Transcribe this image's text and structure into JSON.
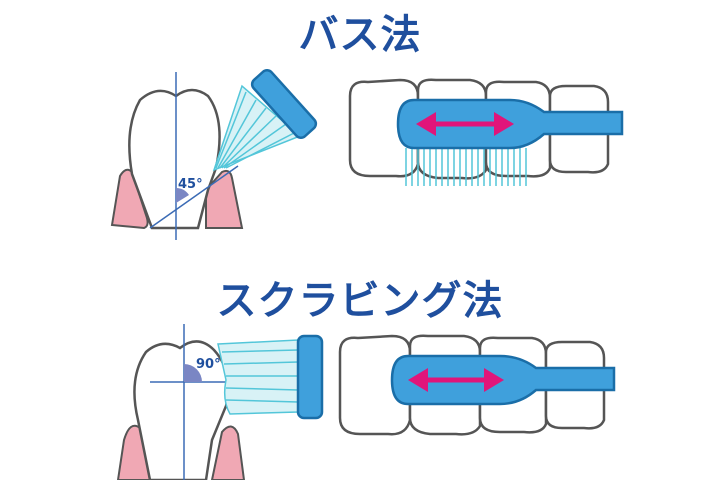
{
  "sections": [
    {
      "title": "バス法",
      "angle_label": "45°"
    },
    {
      "title": "スクラビング法",
      "angle_label": "90°"
    }
  ],
  "colors": {
    "title": "#1f4f9e",
    "brush_fill": "#3fa0dc",
    "brush_stroke": "#1a6ea8",
    "bristle": "#53c6d9",
    "gum": "#f0a8b4",
    "tooth_outline": "#555555",
    "arrow": "#e0157a",
    "guide_line": "#3b6bb5",
    "angle_fill": "#7a86c4"
  }
}
